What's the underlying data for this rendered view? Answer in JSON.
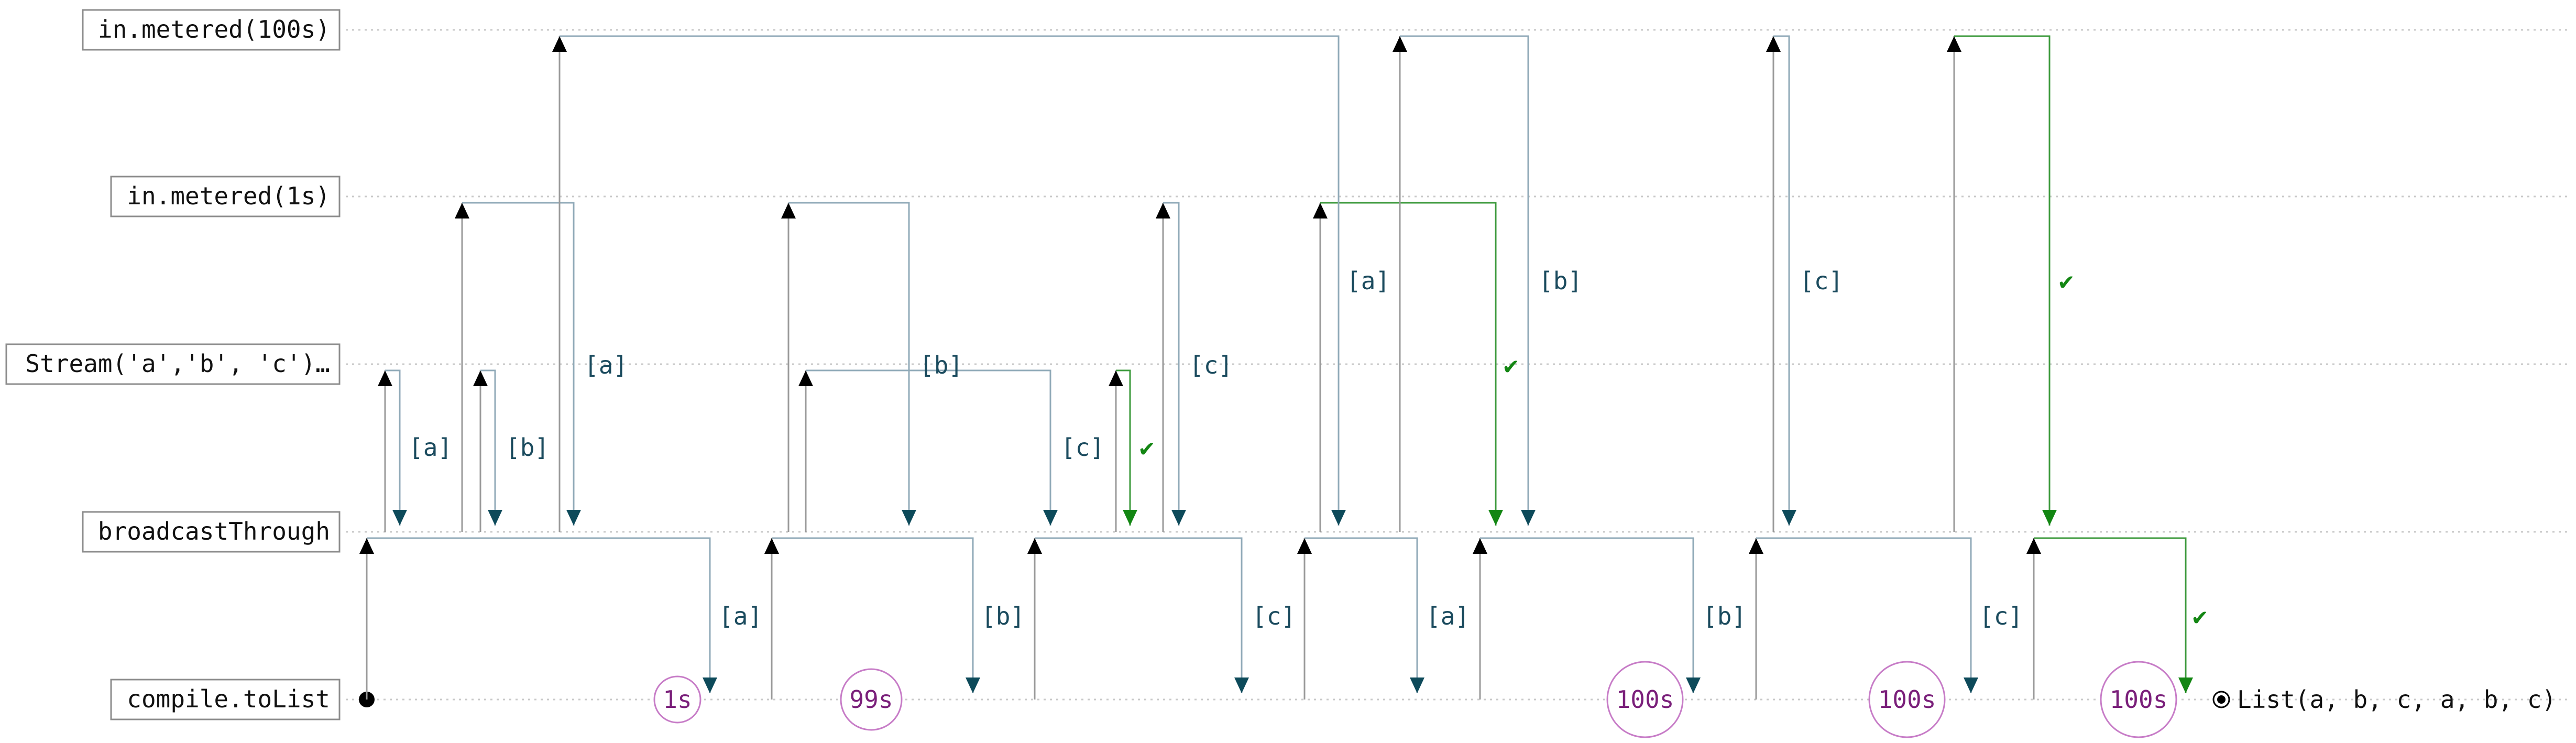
{
  "lanes": [
    {
      "id": "metered100",
      "label": "in.metered(100s)"
    },
    {
      "id": "metered1",
      "label": "in.metered(1s)"
    },
    {
      "id": "stream",
      "label": "Stream('a','b', 'c')…"
    },
    {
      "id": "broadcast",
      "label": "broadcastThrough"
    },
    {
      "id": "compile",
      "label": "compile.toList"
    }
  ],
  "return_labels": [
    "[a]",
    "[b]",
    "[c]",
    "✔"
  ],
  "waits": [
    "1s",
    "99s",
    "100s",
    "100s",
    "100s"
  ],
  "result": "List(a, b, c, a, b, c)",
  "colors": {
    "call_line": "#9a9a9a",
    "return_line": "#90aab8",
    "return_text": "#1b4b5e",
    "done_green": "#138613",
    "wait_circle": "#c77cc7",
    "wait_text": "#7a1f7a"
  }
}
